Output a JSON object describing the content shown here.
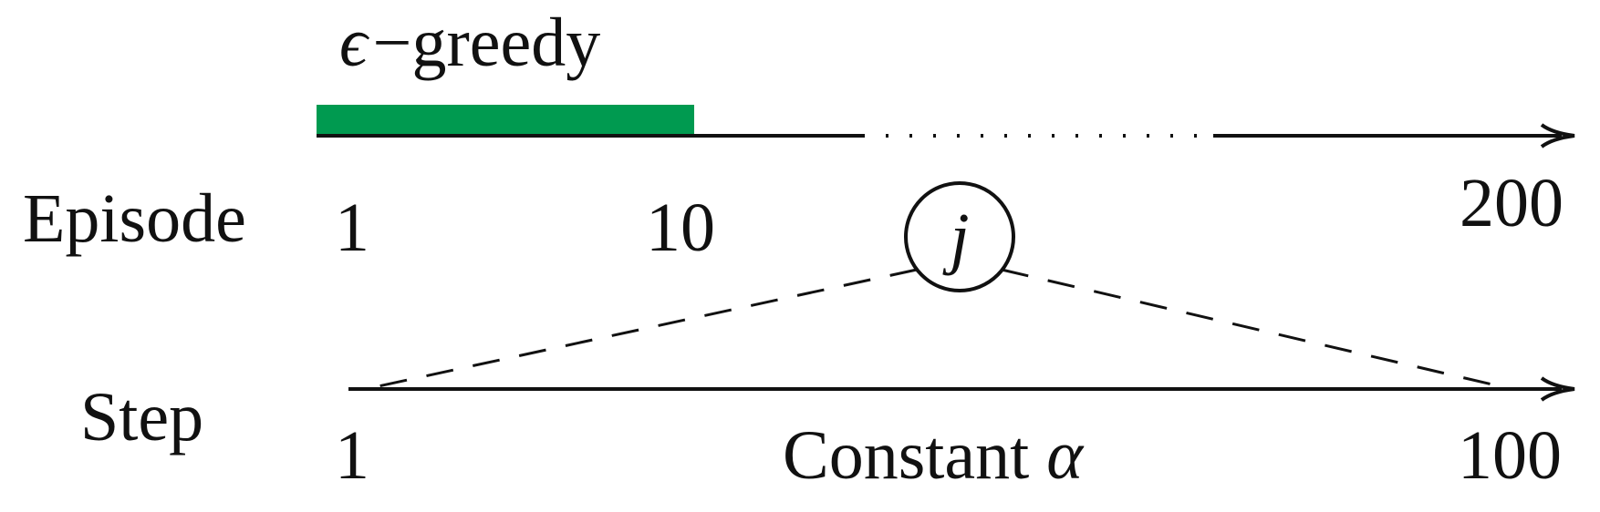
{
  "top_label": {
    "epsilon": "ϵ",
    "minus": "−",
    "text": "greedy"
  },
  "episode": {
    "label": "Episode",
    "tick_start": "1",
    "tick_mid": "10",
    "tick_end": "200",
    "greedy_fraction": 0.0,
    "greedy_episodes_from": 1,
    "greedy_episodes_to": 10
  },
  "marker": {
    "text": "j"
  },
  "step": {
    "label": "Step",
    "tick_start": "1",
    "tick_end": "100",
    "caption_text": "Constant ",
    "caption_symbol": "α"
  },
  "colors": {
    "greedy_bar": "#009a50",
    "line": "#111111"
  }
}
